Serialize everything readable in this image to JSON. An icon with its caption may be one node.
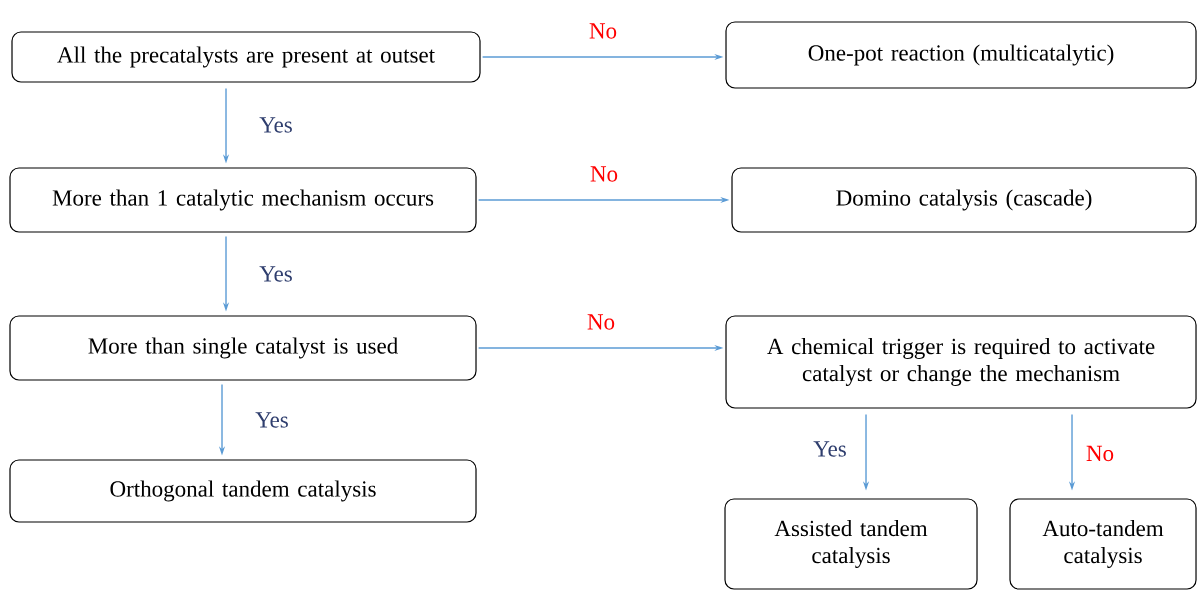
{
  "diagram": {
    "nodes": [
      {
        "text": [
          "All the precatalysts are present at outset"
        ]
      },
      {
        "text": [
          "One-pot reaction (multicatalytic)"
        ]
      },
      {
        "text": [
          "More than 1 catalytic mechanism occurs"
        ]
      },
      {
        "text": [
          "Domino catalysis (cascade)"
        ]
      },
      {
        "text": [
          "More than single catalyst is used"
        ]
      },
      {
        "text": [
          "A chemical trigger is required to activate catalyst or change the mechanism"
        ]
      },
      {
        "text": [
          "Orthogonal tandem catalysis"
        ]
      },
      {
        "text": [
          "Assisted tandem catalysis"
        ]
      },
      {
        "text": [
          "Auto-tandem catalysis"
        ]
      }
    ],
    "edges": [
      {
        "from": 0,
        "to": 1,
        "arrow": "to",
        "label": "No"
      },
      {
        "from": 0,
        "to": 2,
        "arrow": "to",
        "label": "Yes"
      },
      {
        "from": 2,
        "to": 3,
        "arrow": "to",
        "label": "No"
      },
      {
        "from": 2,
        "to": 4,
        "arrow": "to",
        "label": "Yes"
      },
      {
        "from": 4,
        "to": 5,
        "arrow": "to",
        "label": "No"
      },
      {
        "from": 4,
        "to": 6,
        "arrow": "to",
        "label": "Yes"
      },
      {
        "from": 5,
        "to": 7,
        "arrow": "to",
        "label": "Yes"
      },
      {
        "from": 5,
        "to": 8,
        "arrow": "to",
        "label": "No"
      }
    ]
  }
}
